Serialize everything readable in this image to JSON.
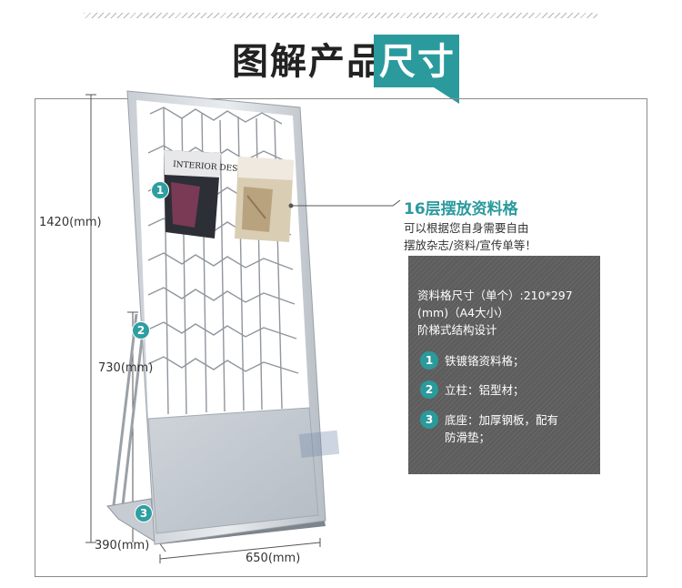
{
  "heading": {
    "dark": "图解产品",
    "accent": "尺寸"
  },
  "dimensions": {
    "height": "1420(mm)",
    "mid_height": "730(mm)",
    "depth": "390(mm)",
    "width": "650(mm)"
  },
  "callout": {
    "title": "16层摆放资料格",
    "line1": "可以根据您自身需要自由",
    "line2": "摆放杂志/资料/宣传单等！"
  },
  "specs": {
    "line1": "资料格尺寸（单个）:210*297",
    "line2": "(mm)（A4大小）",
    "line3": "阶梯式结构设计",
    "items": [
      {
        "num": "1",
        "text": "铁镀铬资料格；"
      },
      {
        "num": "2",
        "text": "立柱：铝型材；"
      },
      {
        "num": "3",
        "text": "底座：加厚钢板，配有",
        "text2": "防滑垫；"
      }
    ]
  },
  "magazine": {
    "cover_title": "INTERIOR DESIGN"
  },
  "colors": {
    "accent": "#2a9a9d",
    "box": "#5d5d5d",
    "frame": "#8a8a8a"
  }
}
